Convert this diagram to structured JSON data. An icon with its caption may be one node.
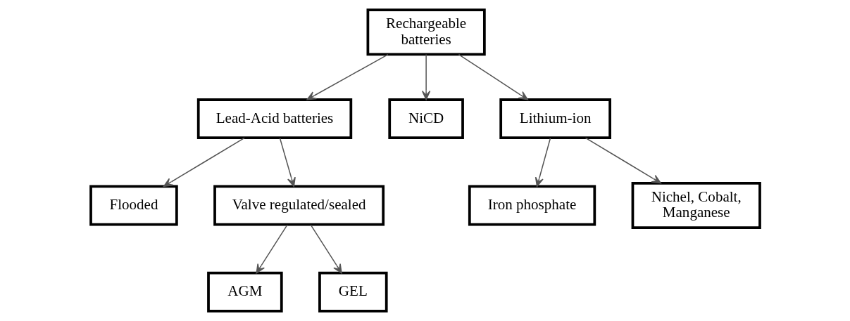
{
  "diagram": {
    "nodes": [
      {
        "text": [
          "Rechargeable batteries"
        ]
      },
      {
        "text": [
          "Lead-Acid batteries"
        ]
      },
      {
        "text": [
          "NiCD"
        ]
      },
      {
        "text": [
          "Lithium-ion"
        ]
      },
      {
        "text": [
          "Flooded"
        ]
      },
      {
        "text": [
          "Valve regulated/sealed"
        ]
      },
      {
        "text": [
          "Iron phosphate"
        ]
      },
      {
        "text": [
          "Nichel, Cobalt, Manganese"
        ]
      },
      {
        "text": [
          "AGM"
        ]
      },
      {
        "text": [
          "GEL"
        ]
      }
    ],
    "edges": [
      {
        "from": 0,
        "to": 1,
        "arrow": "to"
      },
      {
        "from": 0,
        "to": 2,
        "arrow": "to"
      },
      {
        "from": 0,
        "to": 3,
        "arrow": "to"
      },
      {
        "from": 1,
        "to": 4,
        "arrow": "to"
      },
      {
        "from": 1,
        "to": 5,
        "arrow": "to"
      },
      {
        "from": 3,
        "to": 6,
        "arrow": "to"
      },
      {
        "from": 3,
        "to": 7,
        "arrow": "to"
      },
      {
        "from": 5,
        "to": 8,
        "arrow": "to"
      },
      {
        "from": 5,
        "to": 9,
        "arrow": "to"
      }
    ]
  }
}
